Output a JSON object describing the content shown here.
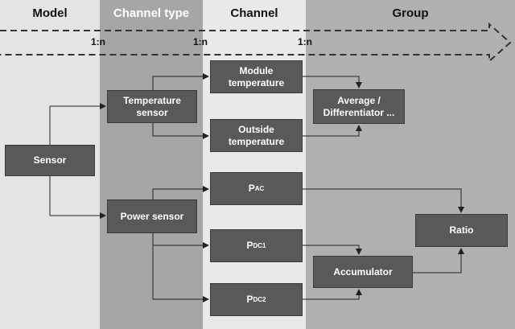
{
  "columns": {
    "model": "Model",
    "channel_type": "Channel type",
    "channel": "Channel",
    "group": "Group"
  },
  "ratios": [
    "1:n",
    "1:n",
    "1:n"
  ],
  "nodes": {
    "sensor": "Sensor",
    "temperature_sensor": "Temperature\nsensor",
    "power_sensor": "Power sensor",
    "module_temperature": "Module\ntemperature",
    "outside_temperature": "Outside\ntemperature",
    "p_ac": {
      "main": "P",
      "sub": "AC"
    },
    "p_dc1": {
      "main": "P",
      "sub": "DC1"
    },
    "p_dc2": {
      "main": "P",
      "sub": "DC2"
    },
    "average_differentiator": "Average /\nDifferentiator ...",
    "ratio": "Ratio",
    "accumulator": "Accumulator"
  },
  "colors": {
    "node_fill": "#595959",
    "model_band": "#e4e4e4",
    "channel_type_band": "#a6a6a6",
    "channel_band": "#e9e9e9",
    "group_band": "#b0b0b0",
    "connector": "#222222"
  }
}
